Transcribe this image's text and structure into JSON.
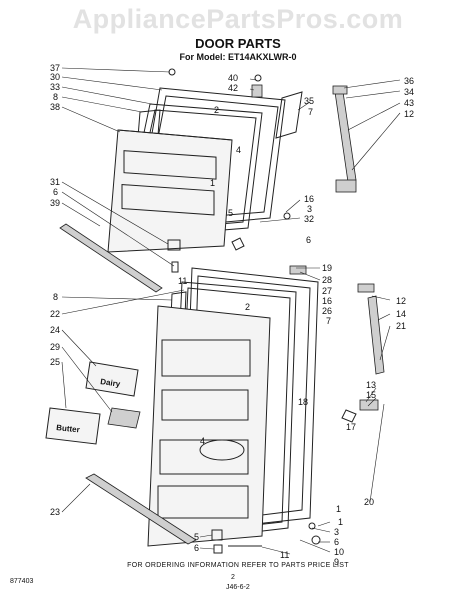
{
  "header": {
    "watermark": "AppliancePartsPros.com",
    "title": "DOOR PARTS",
    "subtitle": "For Model: ET14AKXLWR-0"
  },
  "badges": {
    "dairy": "Dairy",
    "butter": "Butter"
  },
  "callouts": {
    "upper_left": [
      "37",
      "30",
      "33",
      "8",
      "38",
      "31",
      "6",
      "39"
    ],
    "upper_center": [
      "40",
      "42",
      "2",
      "4",
      "1",
      "5"
    ],
    "upper_right": [
      "36",
      "34",
      "43",
      "12",
      "35",
      "7",
      "16",
      "3",
      "32",
      "6"
    ],
    "lower_left": [
      "8",
      "22",
      "24",
      "29",
      "25",
      "23",
      "5",
      "6"
    ],
    "lower_center": [
      "2",
      "4",
      "18",
      "11",
      "1"
    ],
    "lower_right": [
      "19",
      "28",
      "27",
      "16",
      "26",
      "7",
      "12",
      "14",
      "21",
      "13",
      "15",
      "17",
      "20",
      "1",
      "3",
      "6",
      "10",
      "9",
      "11"
    ]
  },
  "footer": {
    "note": "FOR ORDERING INFORMATION REFER TO PARTS PRICE LIST",
    "code": "877403",
    "page": "2",
    "rev": "J46-6-2"
  }
}
